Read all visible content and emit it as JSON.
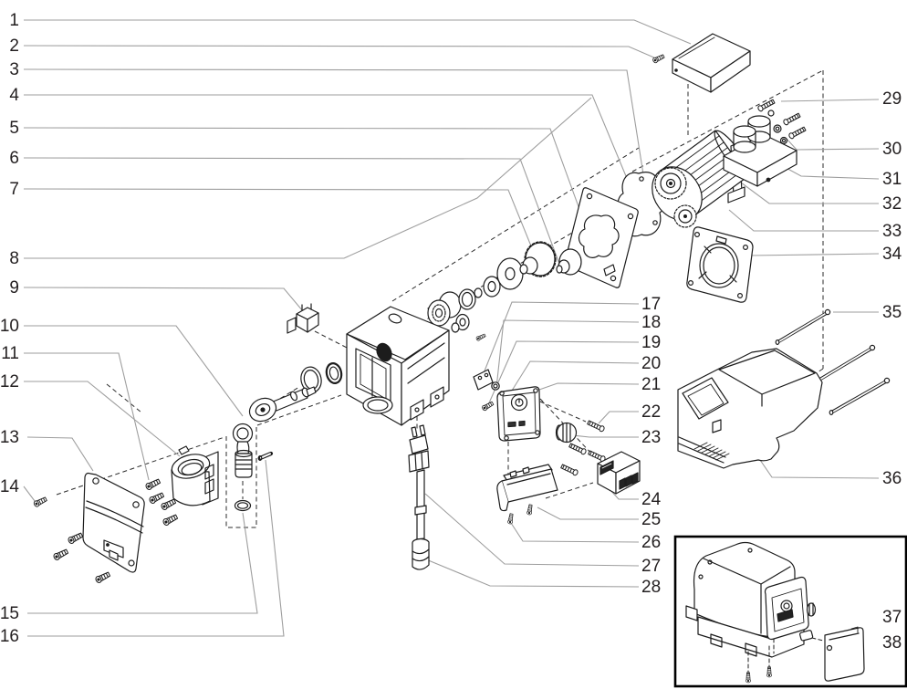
{
  "page": {
    "background": "#ffffff"
  },
  "figure": {
    "kind": "exploded-parts-diagram",
    "colors": {
      "line": "#1c1c1c",
      "leader": "#9e9e9e",
      "label": "#231f20",
      "dashed": "#2b2b2b",
      "inset_border": "#000000"
    },
    "callouts": [
      "1",
      "2",
      "3",
      "4",
      "5",
      "6",
      "7",
      "8",
      "9",
      "10",
      "11",
      "12",
      "13",
      "14",
      "15",
      "16",
      "17",
      "18",
      "19",
      "20",
      "21",
      "22",
      "23",
      "24",
      "25",
      "26",
      "27",
      "28",
      "29",
      "30",
      "31",
      "32",
      "33",
      "34",
      "35",
      "36",
      "37",
      "38"
    ]
  }
}
